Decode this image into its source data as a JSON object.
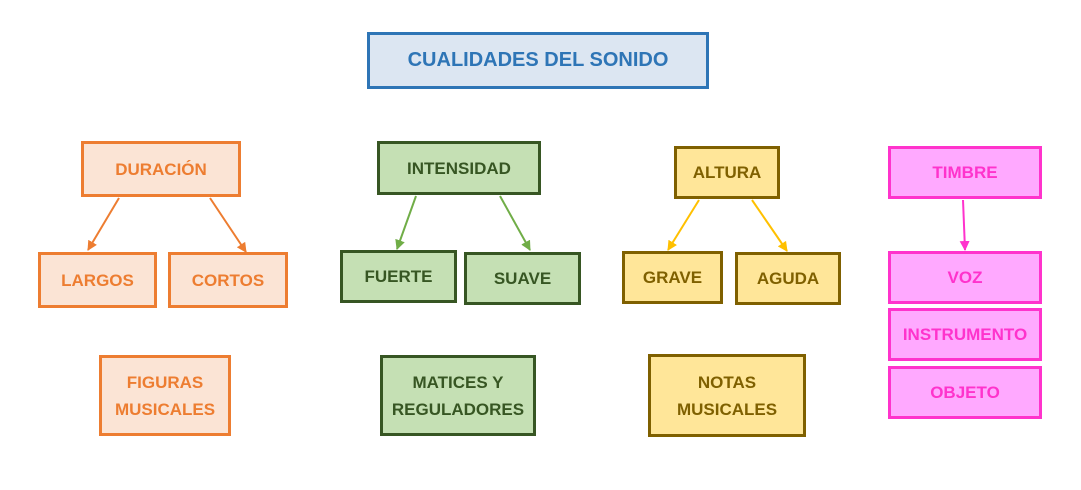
{
  "title": "CUALIDADES DEL SONIDO",
  "columns": [
    {
      "heading": "DURACIÓN",
      "children": [
        "LARGOS",
        "CORTOS"
      ],
      "footer": "FIGURAS MUSICALES",
      "color": "#ed7d31"
    },
    {
      "heading": "INTENSIDAD",
      "children": [
        "FUERTE",
        "SUAVE"
      ],
      "footer": "MATICES Y REGULADORES",
      "color": "#70ad47"
    },
    {
      "heading": "ALTURA",
      "children": [
        "GRAVE",
        "AGUDA"
      ],
      "footer": "NOTAS MUSICALES",
      "color": "#ffc000"
    },
    {
      "heading": "TIMBRE",
      "children": [
        "VOZ",
        "INSTRUMENTO",
        "OBJETO"
      ],
      "color": "#ff33cc"
    }
  ]
}
